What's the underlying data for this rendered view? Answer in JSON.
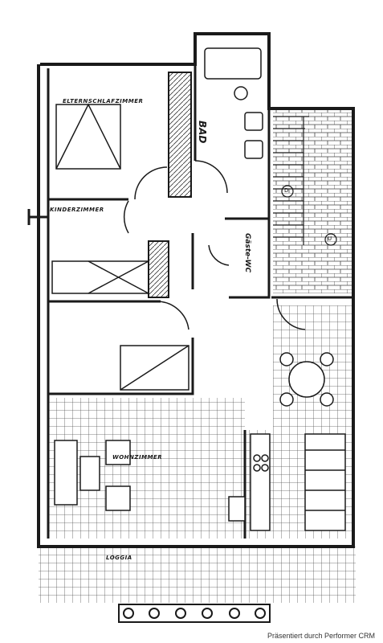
{
  "room_labels": {
    "elternschlafzimmer": "ELTERNSCHLAFZIMMER",
    "kinderzimmer": "KINDERZIMMER",
    "bad": "BAD",
    "gaeste_wc": "Gäste-WC",
    "wohnzimmer": "WOHNZIMMER",
    "loggia": "LOGGIA"
  },
  "stair_markers": {
    "down": "D",
    "up": "U"
  },
  "credit": "Präsentiert durch Performer CRM",
  "colors": {
    "ink": "#1a1a1a",
    "paper": "#ffffff",
    "grid": "#555555"
  }
}
